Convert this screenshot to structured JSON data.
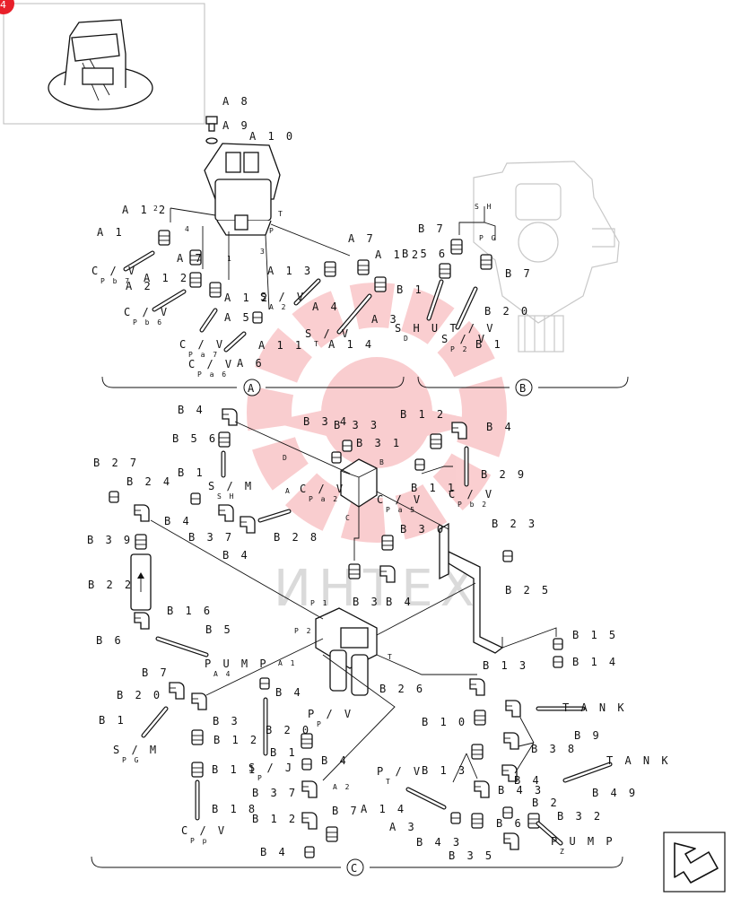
{
  "page": {
    "badge": "4",
    "watermark": "ИНТЕХ",
    "brand_color": "#e8202a"
  },
  "icons": {
    "corner": "arrow-next-icon",
    "watermark_logo": "gear-logo-icon"
  },
  "sections": {
    "a": "A",
    "b": "B",
    "c": "C"
  },
  "callouts": [
    {
      "id": "a8",
      "text": "A 8"
    },
    {
      "id": "a9",
      "text": "A 9"
    },
    {
      "id": "a10",
      "text": "A 1 0"
    },
    {
      "id": "a12a",
      "text": "A 1 2"
    },
    {
      "id": "a1",
      "text": "A 1"
    },
    {
      "id": "a7a",
      "text": "A 7"
    },
    {
      "id": "a12b",
      "text": "A 1 2"
    },
    {
      "id": "a2",
      "text": "A 2"
    },
    {
      "id": "a12c",
      "text": "A 1 2"
    },
    {
      "id": "a5",
      "text": "A 5"
    },
    {
      "id": "a11",
      "text": "A 1 1"
    },
    {
      "id": "a6",
      "text": "A 6"
    },
    {
      "id": "a13",
      "text": "A 1 3"
    },
    {
      "id": "a7b",
      "text": "A 7"
    },
    {
      "id": "a12d",
      "text": "A 1 2"
    },
    {
      "id": "a4",
      "text": "A 4"
    },
    {
      "id": "a3",
      "text": "A 3"
    },
    {
      "id": "a14",
      "text": "A 1 4"
    },
    {
      "id": "b7a",
      "text": "B 7"
    },
    {
      "id": "b56a",
      "text": "B 5 6"
    },
    {
      "id": "b7b",
      "text": "B 7"
    },
    {
      "id": "b1a",
      "text": "B 1"
    },
    {
      "id": "b20a",
      "text": "B 2 0"
    },
    {
      "id": "b1b",
      "text": "B 1"
    },
    {
      "id": "b4a",
      "text": "B 4"
    },
    {
      "id": "b56b",
      "text": "B 5 6"
    },
    {
      "id": "b1c",
      "text": "B 1"
    },
    {
      "id": "b34",
      "text": "B 3 4"
    },
    {
      "id": "b33",
      "text": "B 3 3"
    },
    {
      "id": "b31",
      "text": "B 3 1"
    },
    {
      "id": "b12a",
      "text": "B 1 2"
    },
    {
      "id": "b4b",
      "text": "B 4"
    },
    {
      "id": "b11a",
      "text": "B 1 1"
    },
    {
      "id": "b29",
      "text": "B 2 9"
    },
    {
      "id": "b27",
      "text": "B 2 7"
    },
    {
      "id": "b24",
      "text": "B 2 4"
    },
    {
      "id": "b4c",
      "text": "B 4"
    },
    {
      "id": "b37a",
      "text": "B 3 7"
    },
    {
      "id": "b28",
      "text": "B 2 8"
    },
    {
      "id": "b4d",
      "text": "B 4"
    },
    {
      "id": "b30",
      "text": "B 3 0"
    },
    {
      "id": "b23",
      "text": "B 2 3"
    },
    {
      "id": "b39",
      "text": "B 3 9"
    },
    {
      "id": "b3a",
      "text": "B 3"
    },
    {
      "id": "b4e",
      "text": "B 4"
    },
    {
      "id": "b25",
      "text": "B 2 5"
    },
    {
      "id": "b22",
      "text": "B 2 2"
    },
    {
      "id": "b16",
      "text": "B 1 6"
    },
    {
      "id": "b5",
      "text": "B 5"
    },
    {
      "id": "b6a",
      "text": "B 6"
    },
    {
      "id": "b15",
      "text": "B 1 5"
    },
    {
      "id": "b14",
      "text": "B 1 4"
    },
    {
      "id": "b13a",
      "text": "B 1 3"
    },
    {
      "id": "b7c",
      "text": "B 7"
    },
    {
      "id": "b20b",
      "text": "B 2 0"
    },
    {
      "id": "b4f",
      "text": "B 4"
    },
    {
      "id": "b26",
      "text": "B 2 6"
    },
    {
      "id": "b3b",
      "text": "B 3"
    },
    {
      "id": "b1d",
      "text": "B 1"
    },
    {
      "id": "b12b",
      "text": "B 1 2"
    },
    {
      "id": "b20c",
      "text": "B 2 0"
    },
    {
      "id": "b1e",
      "text": "B 1"
    },
    {
      "id": "b10",
      "text": "B 1 0"
    },
    {
      "id": "b9",
      "text": "B 9"
    },
    {
      "id": "b38",
      "text": "B 3 8"
    },
    {
      "id": "b11b",
      "text": "B 1 1"
    },
    {
      "id": "b4g",
      "text": "B 4"
    },
    {
      "id": "b13b",
      "text": "B 1 3"
    },
    {
      "id": "b4h",
      "text": "B 4"
    },
    {
      "id": "b37b",
      "text": "B 3 7"
    },
    {
      "id": "b43a",
      "text": "B 4 3"
    },
    {
      "id": "b18",
      "text": "B 1 8"
    },
    {
      "id": "b2",
      "text": "B 2"
    },
    {
      "id": "b49",
      "text": "B 4 9"
    },
    {
      "id": "a14c",
      "text": "A 1 4"
    },
    {
      "id": "b12c",
      "text": "B 1 2"
    },
    {
      "id": "b7d",
      "text": "B 7"
    },
    {
      "id": "a3c",
      "text": "A 3"
    },
    {
      "id": "b32",
      "text": "B 3 2"
    },
    {
      "id": "b6b",
      "text": "B 6"
    },
    {
      "id": "b43b",
      "text": "B 4 3"
    },
    {
      "id": "b35",
      "text": "B 3 5"
    },
    {
      "id": "b4i",
      "text": "B 4"
    }
  ],
  "port_labels": [
    {
      "id": "cv_pb7",
      "main": "C / V",
      "sub": "P b 7"
    },
    {
      "id": "cv_pb6",
      "main": "C / V",
      "sub": "P b 6"
    },
    {
      "id": "cv_pa7",
      "main": "C / V",
      "sub": "P a 7"
    },
    {
      "id": "cv_pa6",
      "main": "C / V",
      "sub": "P a 6"
    },
    {
      "id": "sv_a2",
      "main": "S / V",
      "sub": "A 2"
    },
    {
      "id": "sv_t",
      "main": "S / V",
      "sub": "T"
    },
    {
      "id": "shutv_d",
      "main": "S H U T / V",
      "sub": "D"
    },
    {
      "id": "sv_p2",
      "main": "S / V",
      "sub": "P 2"
    },
    {
      "id": "sm_sh",
      "main": "S / M",
      "sub": "S H"
    },
    {
      "id": "cv_pa2",
      "main": "C / V",
      "sub": "P a 2"
    },
    {
      "id": "cv_pa5",
      "main": "C / V",
      "sub": "P a 5"
    },
    {
      "id": "cv_pb2",
      "main": "C / V",
      "sub": "P b 2"
    },
    {
      "id": "pump_a4",
      "main": "P U M P",
      "sub": "A 4"
    },
    {
      "id": "pv_p",
      "main": "P / V",
      "sub": "P"
    },
    {
      "id": "sm_pg",
      "main": "S / M",
      "sub": "P G"
    },
    {
      "id": "sj_p",
      "main": "S / J",
      "sub": "P"
    },
    {
      "id": "tank1",
      "main": "T A N K",
      "sub": ""
    },
    {
      "id": "tank2",
      "main": "T A N K",
      "sub": ""
    },
    {
      "id": "pv_t",
      "main": "P / V",
      "sub": "T"
    },
    {
      "id": "cv_pp",
      "main": "C / V",
      "sub": "P p"
    },
    {
      "id": "pump_z",
      "main": "P U M P",
      "sub": "Z"
    }
  ],
  "port_marks": [
    {
      "id": "sh",
      "text": "S H"
    },
    {
      "id": "pg",
      "text": "P G"
    },
    {
      "id": "t1",
      "text": "T"
    },
    {
      "id": "p1",
      "text": "P"
    },
    {
      "id": "n1",
      "text": "1"
    },
    {
      "id": "n2",
      "text": "2"
    },
    {
      "id": "n3",
      "text": "3"
    },
    {
      "id": "n4",
      "text": "4"
    },
    {
      "id": "d",
      "text": "D"
    },
    {
      "id": "b",
      "text": "B"
    },
    {
      "id": "a",
      "text": "A"
    },
    {
      "id": "c",
      "text": "C"
    },
    {
      "id": "p1b",
      "text": "P 1"
    },
    {
      "id": "p2",
      "text": "P 2"
    },
    {
      "id": "a1",
      "text": "A 1"
    },
    {
      "id": "t2",
      "text": "T"
    },
    {
      "id": "a2",
      "text": "A 2"
    }
  ]
}
